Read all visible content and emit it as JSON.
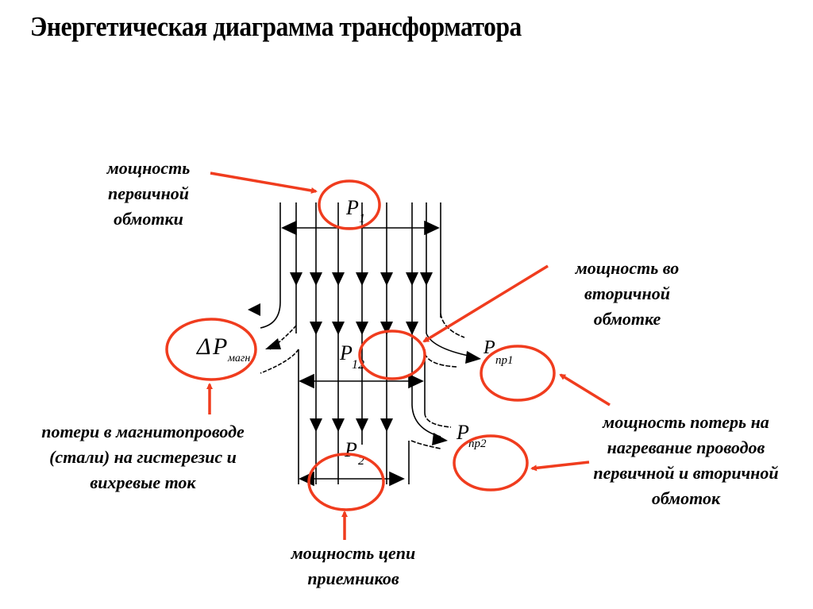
{
  "title": "Энергетическая диаграмма трансформатора",
  "labels": {
    "primary_winding_power": [
      "мощность",
      "первичной",
      "обмотки"
    ],
    "secondary_winding_power": [
      "мощность во",
      "вторичной",
      "обмотке"
    ],
    "core_losses": [
      "потери в магнитопроводе",
      "(стали) на гистерезис и",
      "вихревые ток"
    ],
    "copper_losses": [
      "мощность потерь на",
      "нагревание проводов",
      "первичной и вторичной",
      "обмоток"
    ],
    "load_power": [
      "мощность цепи",
      "приемников"
    ]
  },
  "symbols": {
    "p1": {
      "main": "P",
      "sub": "1"
    },
    "delta_p_mag": {
      "delta": "Δ",
      "main": "P",
      "sub": "магн"
    },
    "p12": {
      "main": "P",
      "sub": "12"
    },
    "p_pr1": {
      "main": "P",
      "sub": "пр1"
    },
    "p_pr2": {
      "main": "P",
      "sub": "пр2"
    },
    "p2": {
      "main": "P",
      "sub": "2"
    }
  },
  "colors": {
    "highlight": "#f03c1e",
    "ink": "#000000",
    "background": "#ffffff"
  }
}
